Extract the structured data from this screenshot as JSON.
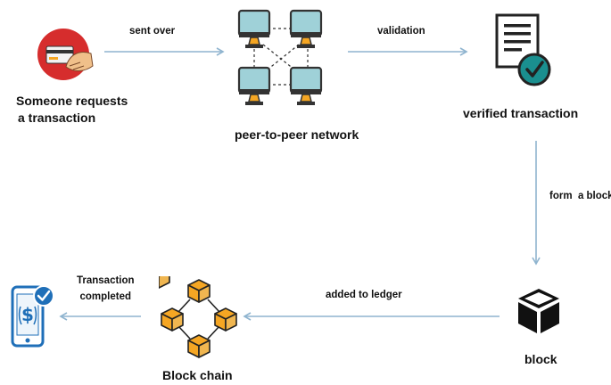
{
  "nodes": {
    "request": {
      "label_line1": "Someone requests",
      "label_line2": "a transaction",
      "icon": "credit-card-hand-icon"
    },
    "network": {
      "label": "peer-to-peer network",
      "icon": "computer-network-icon"
    },
    "verified": {
      "label": "verified transaction",
      "icon": "document-check-icon"
    },
    "block": {
      "label": "block",
      "icon": "cube-icon"
    },
    "blockchain": {
      "label": "Block chain",
      "icon": "block-chain-icon"
    },
    "completed": {
      "icon": "phone-payment-check-icon"
    }
  },
  "edges": {
    "sent_over": "sent over",
    "validation": "validation",
    "form_block": "form  a block",
    "added_to_ledger": "added to ledger",
    "transaction_completed_line1": "Transaction",
    "transaction_completed_line2": "completed"
  },
  "colors": {
    "arrow": "#8fb4cf",
    "monitor": "#9fd1d8",
    "block_orange": "#f5a623",
    "request_red": "#d62d2d",
    "check_teal": "#1a8f8f",
    "phone_blue": "#1f6fb8"
  }
}
